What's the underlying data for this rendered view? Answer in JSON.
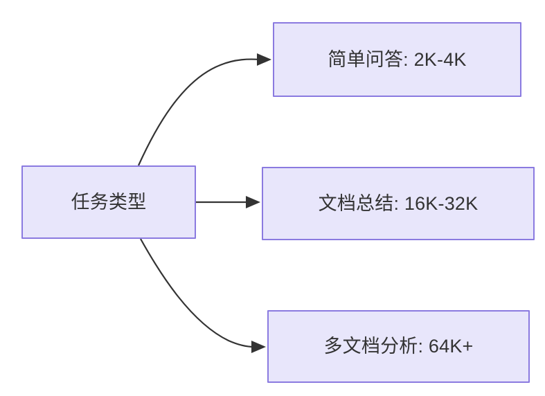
{
  "diagram": {
    "type": "flowchart",
    "direction": "left-to-right",
    "background_color": "#ffffff",
    "node_fill_color": "#e8e6fb",
    "node_border_color": "#8a7ae0",
    "node_text_color": "#333333",
    "edge_color": "#333333",
    "root": {
      "id": "root",
      "label": "任务类型"
    },
    "branches": [
      {
        "id": "simple-qa",
        "label": "简单问答: 2K-4K",
        "task": "简单问答",
        "context_range": "2K-4K",
        "edge_style": "curved",
        "arrow": "triangle"
      },
      {
        "id": "doc-summary",
        "label": "文档总结: 16K-32K",
        "task": "文档总结",
        "context_range": "16K-32K",
        "edge_style": "straight",
        "arrow": "triangle"
      },
      {
        "id": "multi-doc",
        "label": "多文档分析: 64K+",
        "task": "多文档分析",
        "context_range": "64K+",
        "edge_style": "curved",
        "arrow": "triangle"
      }
    ]
  }
}
